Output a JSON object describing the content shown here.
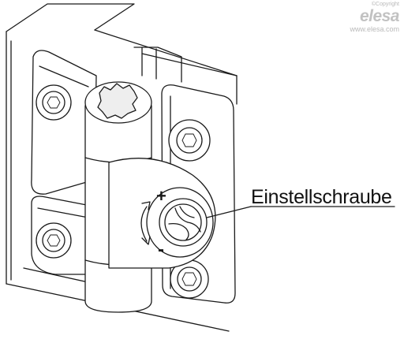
{
  "brand": {
    "copyright": "©Copyright",
    "logo": "elesa",
    "url": "www.elesa.com"
  },
  "callout": {
    "label": "Einstellschraube"
  },
  "adjust_symbols": {
    "plus": "+",
    "minus": "-"
  }
}
